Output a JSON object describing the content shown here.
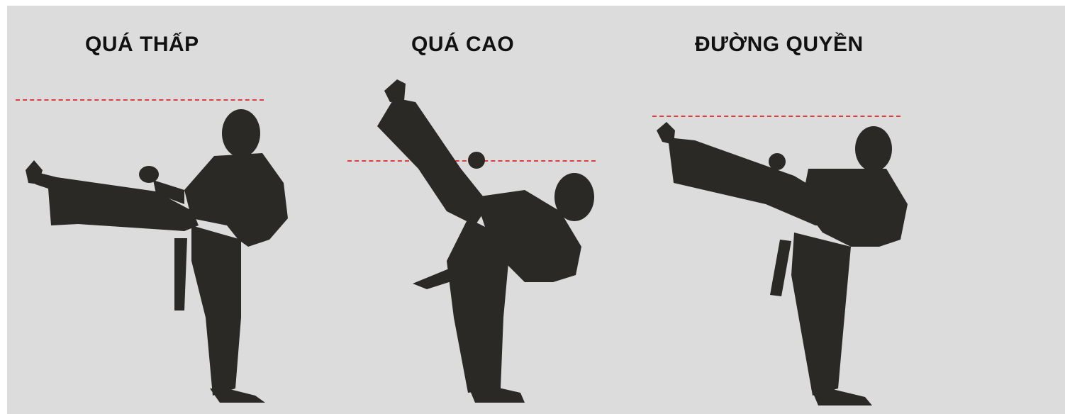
{
  "panels": [
    {
      "title": "QUÁ THẤP",
      "figure": "kicking-silhouette-low"
    },
    {
      "title": "QUÁ CAO",
      "figure": "kicking-silhouette-high"
    },
    {
      "title": "ĐƯỜNG QUYỀN",
      "figure": "kicking-silhouette-correct"
    }
  ],
  "colors": {
    "background": "#dcdcdc",
    "silhouette": "#2b2926",
    "guide_line": "#e03c3c",
    "title": "#111111"
  }
}
